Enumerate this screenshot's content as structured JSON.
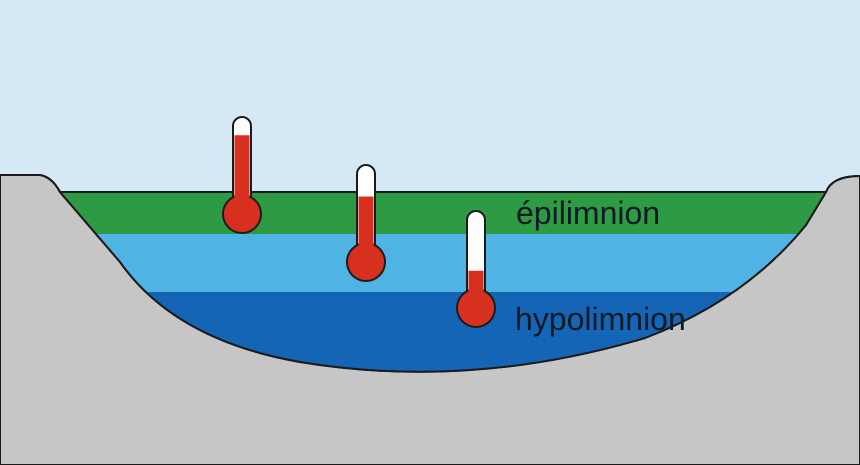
{
  "labels": {
    "epilimnion": "épilimnion",
    "hypolimnion": "hypolimnion"
  },
  "colors": {
    "sky": "#d4e9f5",
    "ground": "#c6c6c6",
    "epilimnion": "#2f9a44",
    "metalimnion": "#4fb4e4",
    "hypolimnion": "#1565b7",
    "thermometer_red": "#d8301f",
    "thermometer_tube": "#ffffff",
    "outline": "#1b1b1b"
  },
  "thermometers": [
    {
      "name": "thermometer-epilimnion",
      "fill_level": 0.78
    },
    {
      "name": "thermometer-metalimnion",
      "fill_level": 0.62
    },
    {
      "name": "thermometer-hypolimnion",
      "fill_level": 0.28
    }
  ]
}
